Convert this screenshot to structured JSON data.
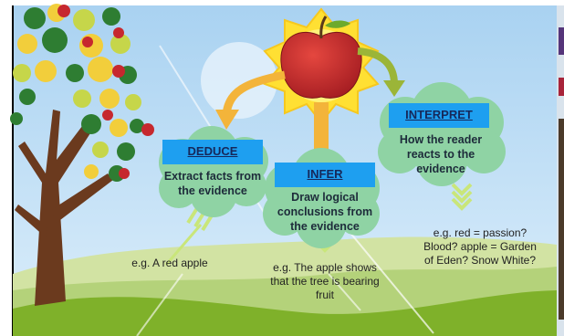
{
  "nodes": {
    "deduce": {
      "title": "DEDUCE",
      "description": "Extract facts from the evidence",
      "example": "e.g. A red apple"
    },
    "infer": {
      "title": "INFER",
      "description": "Draw logical conclusions from the evidence",
      "example": "e.g. The apple shows that the tree is bearing fruit"
    },
    "interpret": {
      "title": "INTERPRET",
      "description": "How the reader reacts to the evidence",
      "example": "e.g. red = passion? Blood? apple = Garden of Eden? Snow White?"
    }
  },
  "colors": {
    "sky": "#b9dcf6",
    "cloud": "#8fd3a4",
    "label_box": "#1e9ff0",
    "sun": "#ffe033",
    "apple": "#c6282e",
    "grass": "#8bbd2f",
    "trunk": "#6b3a1e"
  },
  "icons": [
    "apple-icon",
    "sun-icon",
    "tree-icon",
    "arrow-icon"
  ]
}
